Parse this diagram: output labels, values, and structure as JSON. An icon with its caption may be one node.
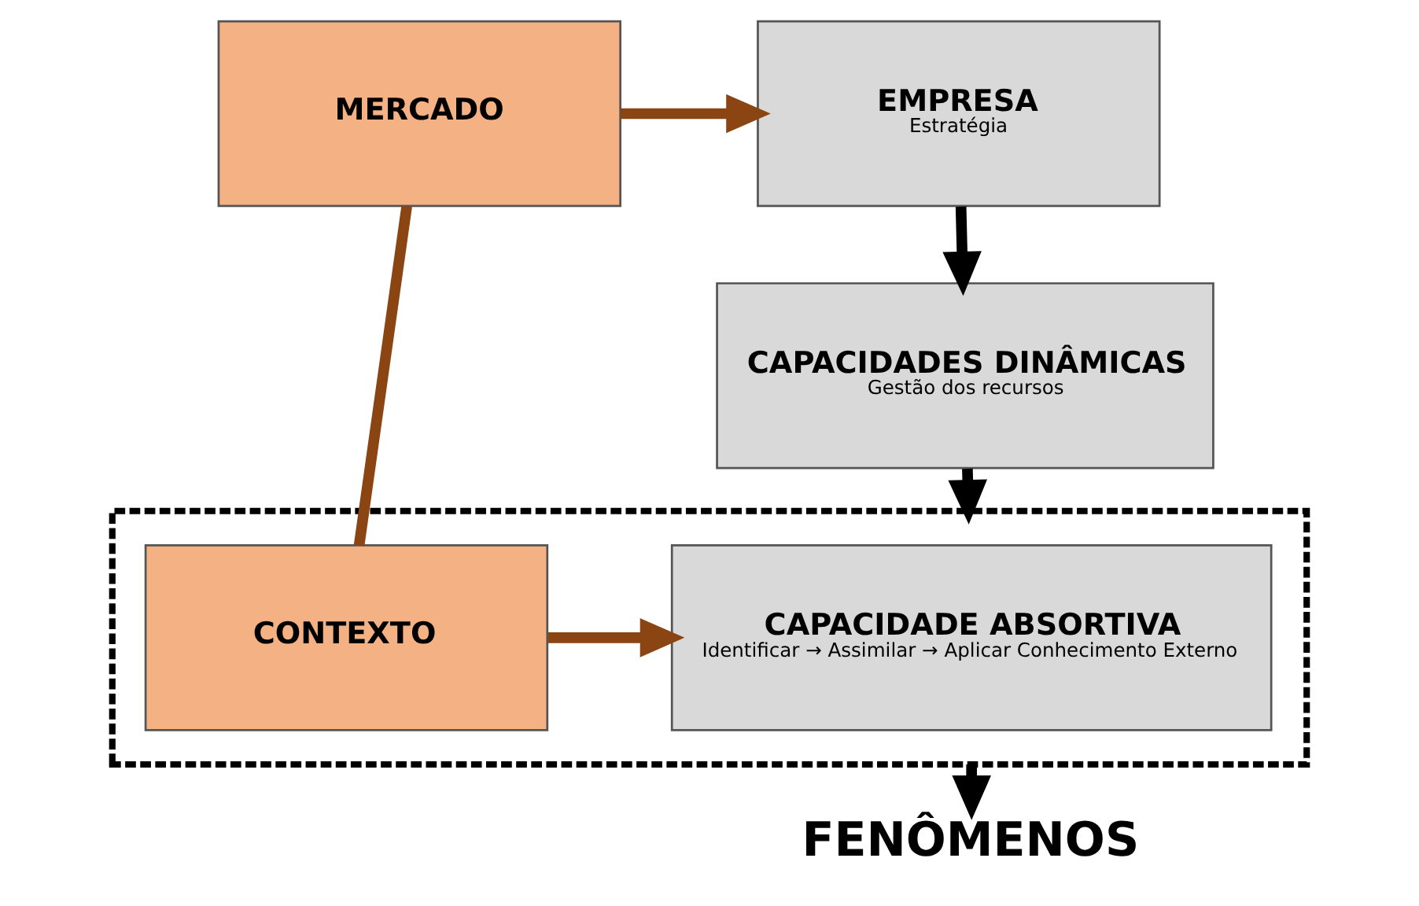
{
  "diagram": {
    "nodes": [
      {
        "text": [
          "MERCADO"
        ]
      },
      {
        "text": [
          "EMPRESA",
          "Estratégia"
        ]
      },
      {
        "text": [
          "CAPACIDADES DINÂMICAS",
          "Gestão dos recursos"
        ]
      },
      {
        "text": [],
        "shape": "box"
      },
      {
        "text": [
          "CAPACIDADE ABSORTIVA",
          "Identificar → Assimilar → Aplicar Conhecimento Externo"
        ],
        "in": 3
      },
      {
        "text": [
          "CONTEXTO"
        ],
        "in": 3
      },
      {
        "text": [
          "FENÔMENOS"
        ]
      }
    ],
    "edges": [
      {
        "from": 0,
        "to": 1,
        "arrow": "to",
        "color": "#8b4513"
      },
      {
        "from": 1,
        "to": 2,
        "arrow": "to",
        "color": "#000000"
      },
      {
        "from": 2,
        "to": 3,
        "arrow": "to",
        "color": "#000000"
      },
      {
        "from": 5,
        "to": 4,
        "arrow": "to",
        "color": "#8b4513"
      },
      {
        "from": 0,
        "to": 5,
        "arrow": "none",
        "color": "#8b4513"
      },
      {
        "from": 3,
        "to": 6,
        "arrow": "to",
        "color": "#000000"
      }
    ]
  }
}
